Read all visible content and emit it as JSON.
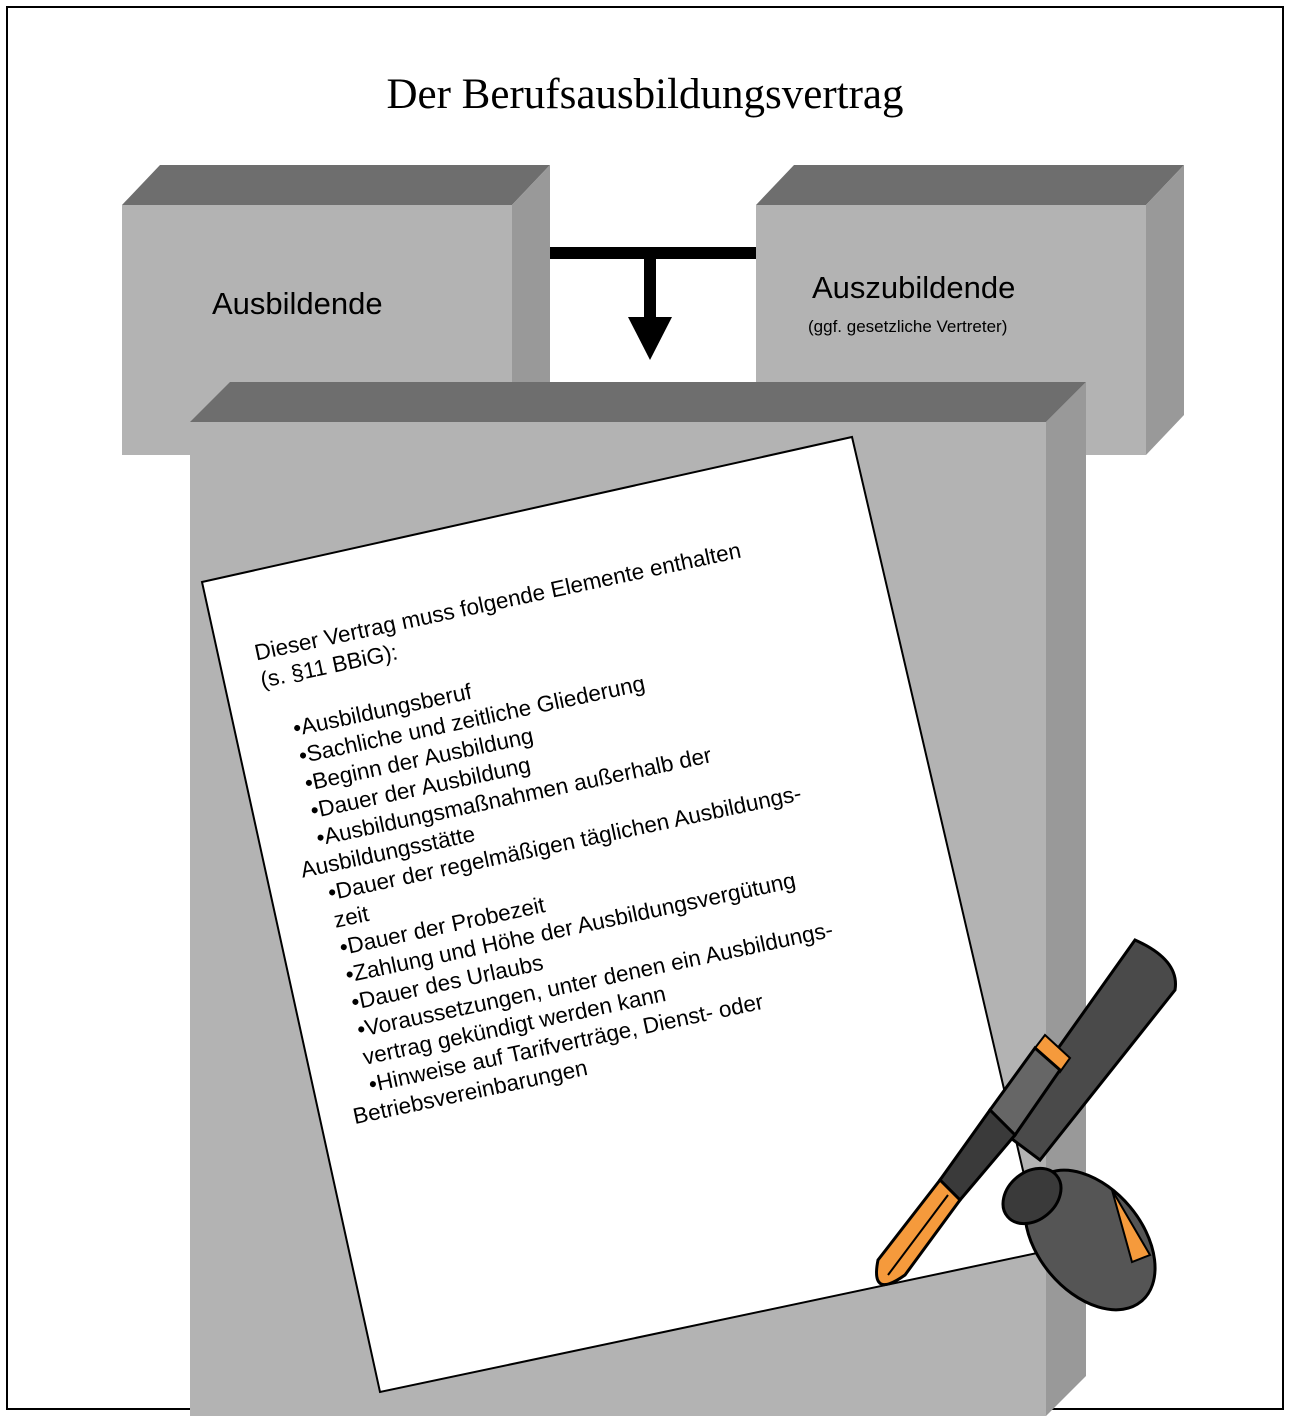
{
  "title": "Der Berufsausbildungsvertrag",
  "parties": {
    "left": {
      "label": "Ausbildende"
    },
    "right": {
      "label": "Auszubildende",
      "sublabel": "(ggf. gesetzliche Vertreter)"
    }
  },
  "document": {
    "intro": [
      "Dieser Vertrag muss folgende Elemente enthalten",
      "(s. §11 BBiG):"
    ],
    "items": [
      "•Ausbildungsberuf",
      "•Sachliche und zeitliche Gliederung",
      "•Beginn der Ausbildung",
      "•Dauer der Ausbildung",
      "•Ausbildungsmaßnahmen außerhalb der",
      "Ausbildungsstätte",
      "•Dauer der regelmäßigen täglichen Ausbildungs-",
      "zeit",
      "•Dauer der Probezeit",
      "•Zahlung und Höhe der Ausbildungsvergütung",
      "•Dauer des Urlaubs",
      "•Voraussetzungen, unter denen ein Ausbildungs-",
      "vertrag gekündigt werden kann",
      "•Hinweise auf Tarifverträge, Dienst- oder",
      "Betriebsvereinbarungen"
    ]
  },
  "colors": {
    "box_front": "#b3b3b3",
    "box_top": "#6e6e6e",
    "box_side": "#999999",
    "arrow": "#000000",
    "pen_body": "#555555",
    "pen_accent": "#f59a3c"
  },
  "icons": [
    "fountain-pen-icon",
    "pen-cap-icon",
    "down-arrow-icon"
  ]
}
